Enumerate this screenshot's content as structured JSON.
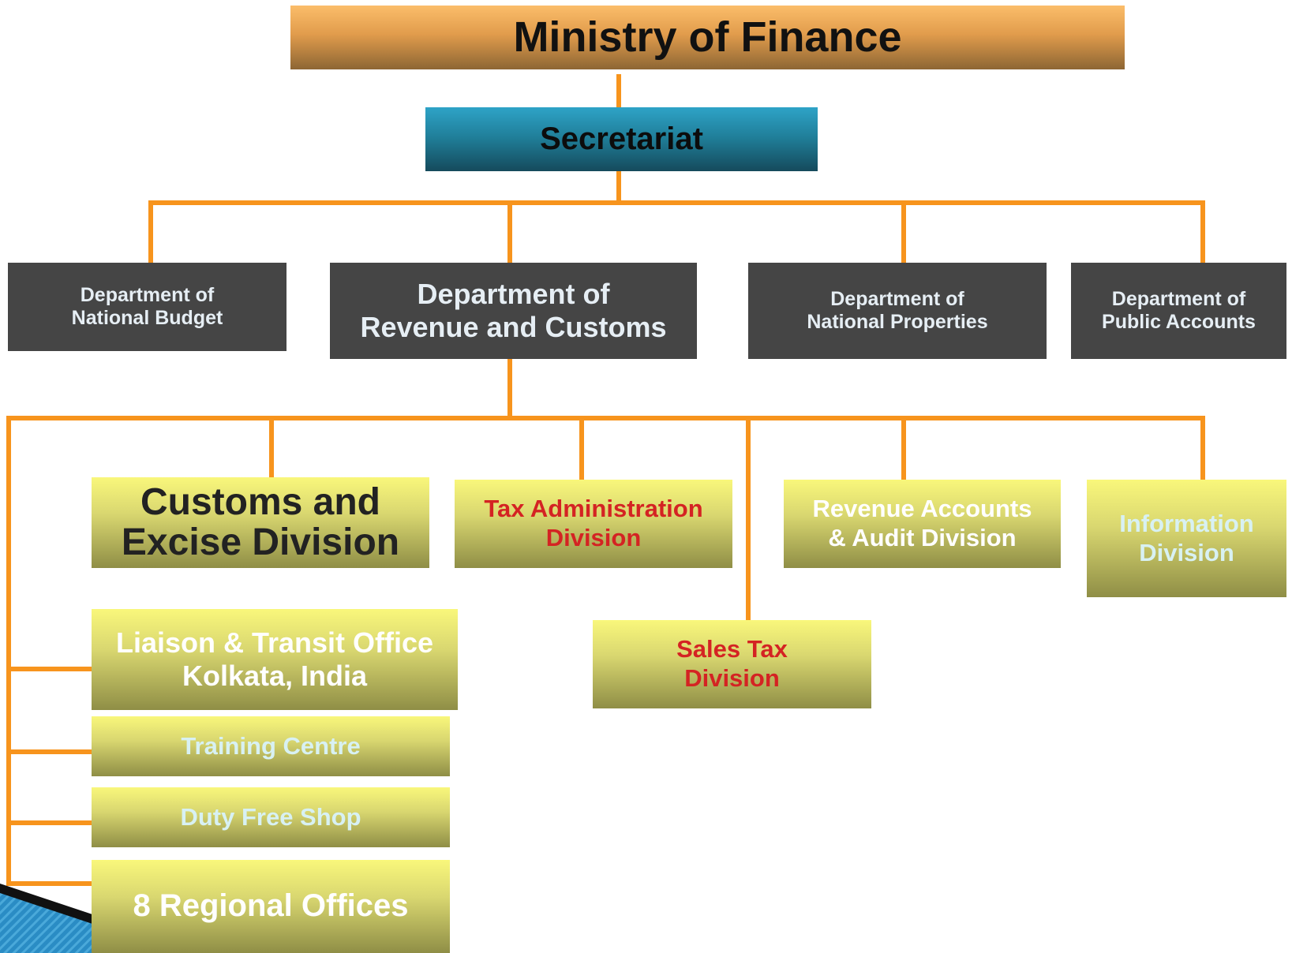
{
  "ministry": {
    "label": "Ministry of Finance"
  },
  "secretariat": {
    "label": "Secretariat"
  },
  "departments": [
    {
      "label": "Department of\nNational Budget"
    },
    {
      "label": "Department of\nRevenue and Customs"
    },
    {
      "label": "Department of\nNational Properties"
    },
    {
      "label": "Department of\nPublic Accounts"
    }
  ],
  "divisions": {
    "customs_excise": "Customs and\nExcise Division",
    "tax_admin": "Tax Administration\nDivision",
    "revenue_accounts": "Revenue Accounts\n& Audit Division",
    "information": "Information\nDivision",
    "sales_tax": "Sales Tax\nDivision",
    "liaison": "Liaison & Transit Office\nKolkata, India",
    "training": "Training Centre",
    "duty_free": "Duty Free Shop",
    "regional": "8 Regional Offices"
  },
  "colors": {
    "connector": "#f7941d",
    "department_box": "#454545",
    "division_red_text": "#d42323"
  }
}
